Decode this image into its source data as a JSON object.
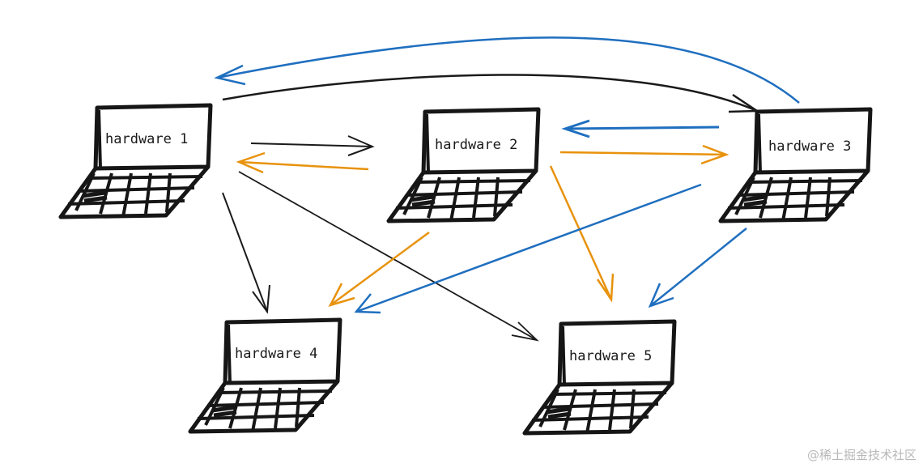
{
  "diagram": {
    "nodes": [
      {
        "id": "hw1",
        "label": "hardware 1"
      },
      {
        "id": "hw2",
        "label": "hardware 2"
      },
      {
        "id": "hw3",
        "label": "hardware 3"
      },
      {
        "id": "hw4",
        "label": "hardware 4"
      },
      {
        "id": "hw5",
        "label": "hardware 5"
      }
    ],
    "edges": [
      {
        "from": "hw1",
        "to": "hw2",
        "color": "#1a1a1a"
      },
      {
        "from": "hw1",
        "to": "hw3",
        "color": "#1a1a1a"
      },
      {
        "from": "hw1",
        "to": "hw4",
        "color": "#1a1a1a"
      },
      {
        "from": "hw1",
        "to": "hw5",
        "color": "#1a1a1a"
      },
      {
        "from": "hw2",
        "to": "hw1",
        "color": "#e8920c"
      },
      {
        "from": "hw2",
        "to": "hw3",
        "color": "#e8920c"
      },
      {
        "from": "hw2",
        "to": "hw4",
        "color": "#e8920c"
      },
      {
        "from": "hw2",
        "to": "hw5",
        "color": "#e8920c"
      },
      {
        "from": "hw3",
        "to": "hw1",
        "color": "#1f6fbf"
      },
      {
        "from": "hw3",
        "to": "hw2",
        "color": "#1f6fbf"
      },
      {
        "from": "hw3",
        "to": "hw4",
        "color": "#1f6fbf"
      },
      {
        "from": "hw3",
        "to": "hw5",
        "color": "#1f6fbf"
      }
    ]
  },
  "watermark": "@稀土掘金技术社区"
}
